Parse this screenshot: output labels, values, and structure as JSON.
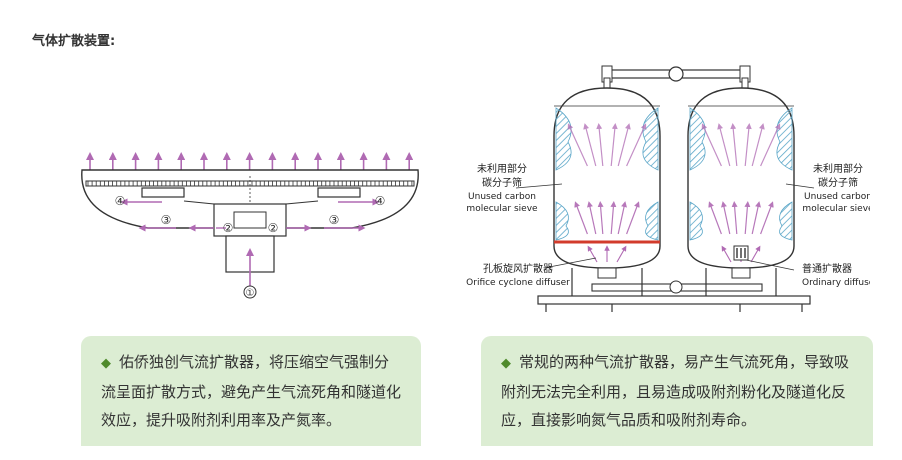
{
  "section_title": "气体扩散装置:",
  "left_diagram": {
    "markers": [
      "①",
      "②",
      "②",
      "③",
      "③",
      "④",
      "④"
    ]
  },
  "right_diagram": {
    "label_left_cn_1": "未利用部分",
    "label_left_cn_2": "碳分子筛",
    "label_left_en_1": "Unused carbon",
    "label_left_en_2": "molecular sieve",
    "label_right_cn_1": "未利用部分",
    "label_right_cn_2": "碳分子筛",
    "label_right_en_1": "Unused carbon",
    "label_right_en_2": "molecular sieve",
    "orifice_cn": "孔板旋风扩散器",
    "orifice_en": "Orifice cyclone diffuser",
    "ordinary_cn": "普通扩散器",
    "ordinary_en": "Ordinary diffuser"
  },
  "cards": {
    "bullet": "◆",
    "left_text": "佑侨独创气流扩散器，将压缩空气强制分流呈面扩散方式，避免产生气流死角和隧道化效应，提升吸附剂利用率及产氮率。",
    "right_text": "常规的两种气流扩散器，易产生气流死角，导致吸附剂无法完全利用，且易造成吸附剂粉化及隧道化反应，直接影响氮气品质和吸附剂寿命。"
  },
  "colors": {
    "arrow": "#b06ab3",
    "outline": "#333333",
    "card_bg": "#dcedd3",
    "bullet": "#4f8a2b",
    "hatch": "#5aa6c8",
    "red_plate": "#d23b2b"
  }
}
